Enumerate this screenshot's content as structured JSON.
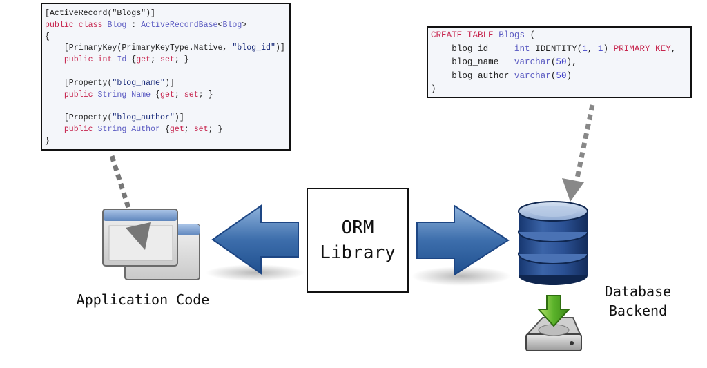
{
  "csharp_code": {
    "lines": [
      [
        [
          "plain",
          "[ActiveRecord(\"Blogs\")]"
        ]
      ],
      [
        [
          "kw",
          "public class "
        ],
        [
          "typ",
          "Blog"
        ],
        [
          "plain",
          " : "
        ],
        [
          "typ",
          "ActiveRecordBase"
        ],
        [
          "plain",
          "<"
        ],
        [
          "typ",
          "Blog"
        ],
        [
          "plain",
          ">"
        ]
      ],
      [
        [
          "plain",
          "{"
        ]
      ],
      [
        [
          "plain",
          "    [PrimaryKey(PrimaryKeyType.Native, "
        ],
        [
          "str",
          "\"blog_id\""
        ],
        [
          "plain",
          ")]"
        ]
      ],
      [
        [
          "kw",
          "    public int "
        ],
        [
          "typ",
          "Id"
        ],
        [
          "plain",
          " {"
        ],
        [
          "kw",
          "get"
        ],
        [
          "plain",
          "; "
        ],
        [
          "kw",
          "set"
        ],
        [
          "plain",
          "; }"
        ]
      ],
      [
        [
          "plain",
          ""
        ]
      ],
      [
        [
          "plain",
          "    [Property("
        ],
        [
          "str",
          "\"blog_name\""
        ],
        [
          "plain",
          ")]"
        ]
      ],
      [
        [
          "kw",
          "    public "
        ],
        [
          "typ",
          "String Name"
        ],
        [
          "plain",
          " {"
        ],
        [
          "kw",
          "get"
        ],
        [
          "plain",
          "; "
        ],
        [
          "kw",
          "set"
        ],
        [
          "plain",
          "; }"
        ]
      ],
      [
        [
          "plain",
          ""
        ]
      ],
      [
        [
          "plain",
          "    [Property("
        ],
        [
          "str",
          "\"blog_author\""
        ],
        [
          "plain",
          ")]"
        ]
      ],
      [
        [
          "kw",
          "    public "
        ],
        [
          "typ",
          "String Author"
        ],
        [
          "plain",
          " {"
        ],
        [
          "kw",
          "get"
        ],
        [
          "plain",
          "; "
        ],
        [
          "kw",
          "set"
        ],
        [
          "plain",
          "; }"
        ]
      ],
      [
        [
          "plain",
          "}"
        ]
      ]
    ]
  },
  "sql_code": {
    "lines": [
      [
        [
          "kw",
          "CREATE TABLE "
        ],
        [
          "typ",
          "Blogs"
        ],
        [
          "plain",
          " ("
        ]
      ],
      [
        [
          "plain",
          "    blog_id     "
        ],
        [
          "typ",
          "int"
        ],
        [
          "plain",
          " IDENTITY("
        ],
        [
          "num",
          "1"
        ],
        [
          "plain",
          ", "
        ],
        [
          "num",
          "1"
        ],
        [
          "plain",
          ") "
        ],
        [
          "kw",
          "PRIMARY KEY"
        ],
        [
          "plain",
          ","
        ]
      ],
      [
        [
          "plain",
          "    blog_name   "
        ],
        [
          "typ",
          "varchar"
        ],
        [
          "plain",
          "("
        ],
        [
          "num",
          "50"
        ],
        [
          "plain",
          "),"
        ]
      ],
      [
        [
          "plain",
          "    blog_author "
        ],
        [
          "typ",
          "varchar"
        ],
        [
          "plain",
          "("
        ],
        [
          "num",
          "50"
        ],
        [
          "plain",
          ")"
        ]
      ],
      [
        [
          "plain",
          ")"
        ]
      ]
    ]
  },
  "orm": {
    "line1": "ORM",
    "line2": "Library"
  },
  "labels": {
    "application": "Application Code",
    "database_line1": "Database",
    "database_line2": "Backend"
  },
  "icons": {
    "application": "application-windows-icon",
    "database": "database-stack-icon",
    "drive": "hard-drive-download-icon"
  }
}
